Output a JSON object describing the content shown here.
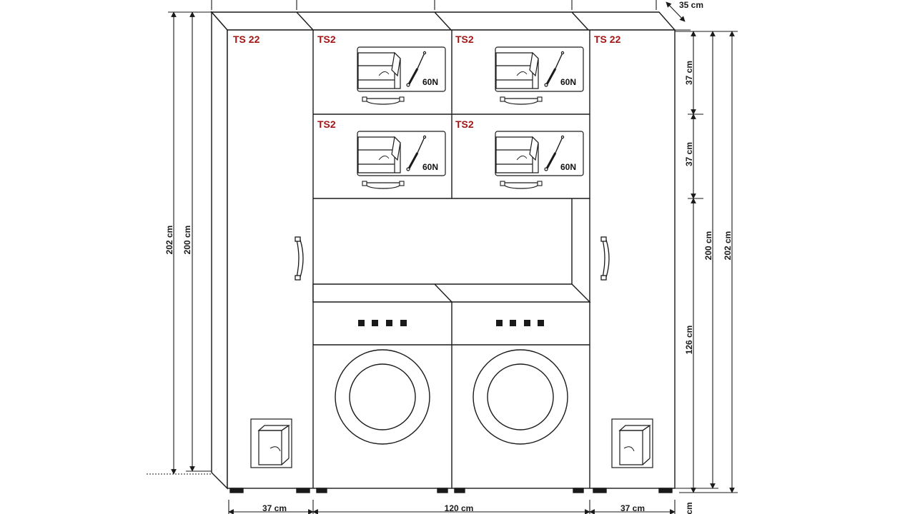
{
  "colors": {
    "outline": "#1a1a1a",
    "label_red": "#a31515",
    "background": "#ffffff"
  },
  "labels": {
    "left_tall_unit": "TS 22",
    "right_tall_unit": "TS 22",
    "top_left_cabinet": "TS2",
    "top_right_cabinet": "TS2",
    "middle_left_cabinet": "TS2",
    "middle_right_cabinet": "TS2"
  },
  "gas_strut_force": "60N",
  "dimensions": {
    "depth": "35 cm",
    "left_total_height": "202 cm",
    "left_body_height": "200 cm",
    "right_upper_cabinet": "37 cm",
    "right_middle_cabinet": "37 cm",
    "right_lower_section": "126 cm",
    "right_body_height": "200 cm",
    "right_total_height": "202 cm",
    "bottom_left_width": "37 cm",
    "bottom_center_width": "120 cm",
    "bottom_right_width": "37 cm",
    "bottom_corner_partial": "cm"
  },
  "icons": {
    "washing_machine": "washing-machine-icon",
    "gas_strut": "gas-strut-icon",
    "lift_up_door": "lift-up-door-icon",
    "door_handle": "handle-icon"
  }
}
